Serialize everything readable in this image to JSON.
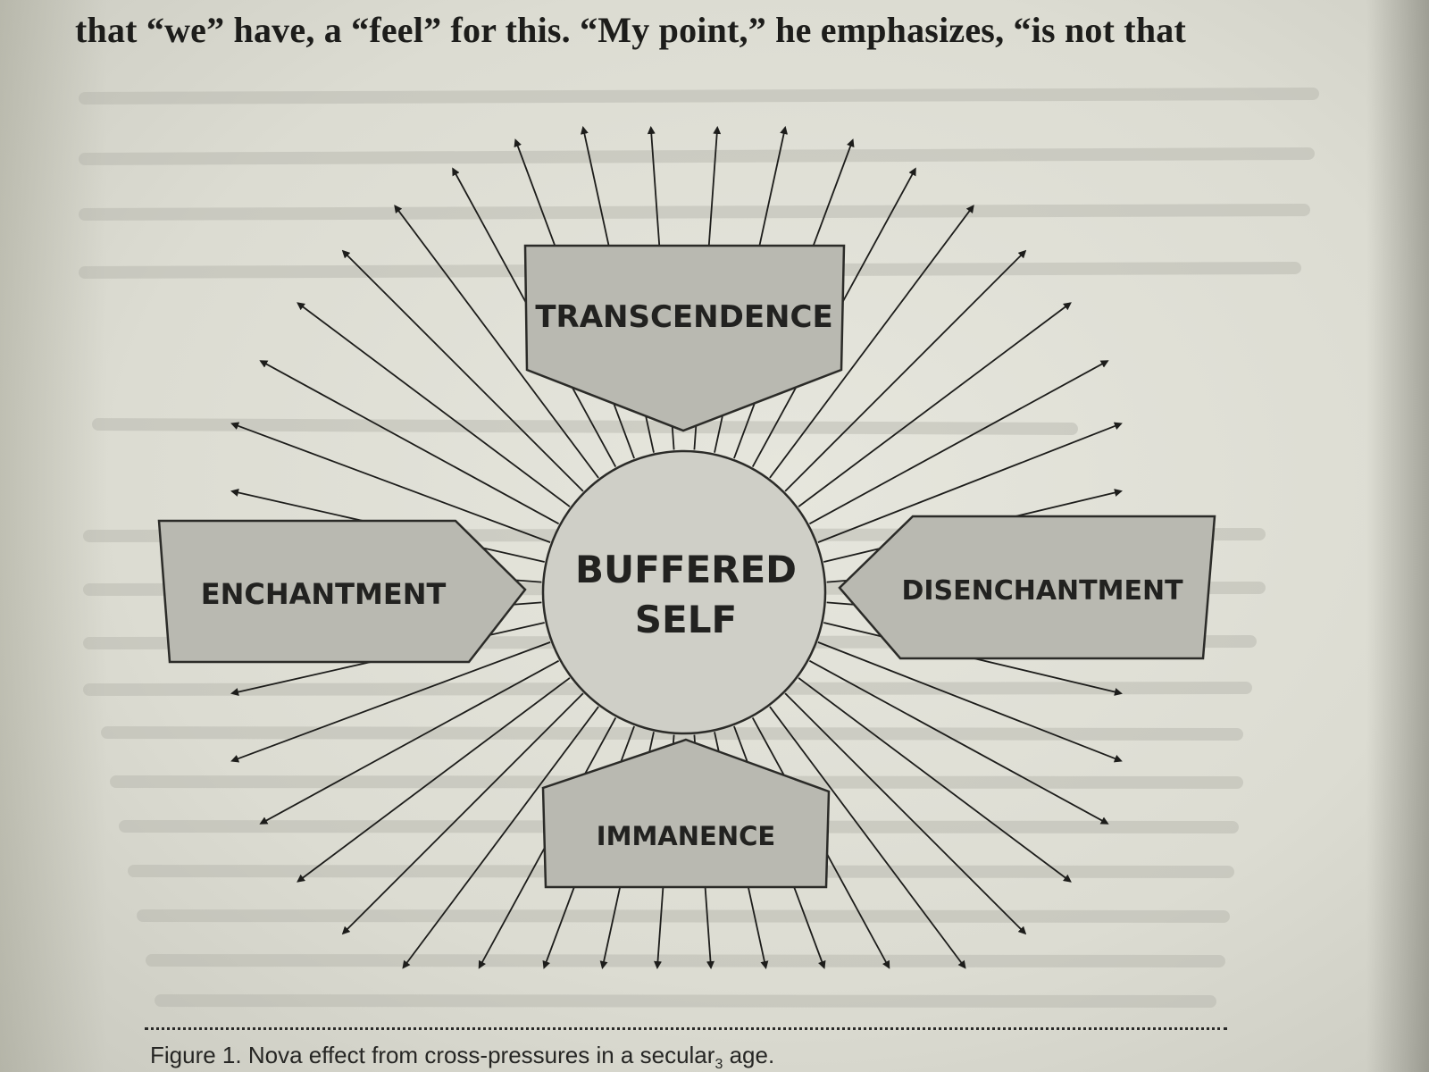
{
  "body_text": {
    "line1": "that “we” have, a “feel” for this. “My point,” he emphasizes, “is not that"
  },
  "diagram": {
    "center": {
      "line1": "BUFFERED",
      "line2": "SELF"
    },
    "top_label": "TRANSCENDENCE",
    "left_label": "ENCHANTMENT",
    "right_label": "DISENCHANTMENT",
    "bottom_label": "IMMANENCE"
  },
  "caption": {
    "prefix": "Figure 1. Nova effect from cross-pressures in a secular",
    "subscript": "3",
    "suffix": " age."
  },
  "colors": {
    "paper": "#e2e2d8",
    "ink": "#1d1d1b",
    "box_fill": "#b9b9b1",
    "circle_fill": "#cfcfc7"
  }
}
